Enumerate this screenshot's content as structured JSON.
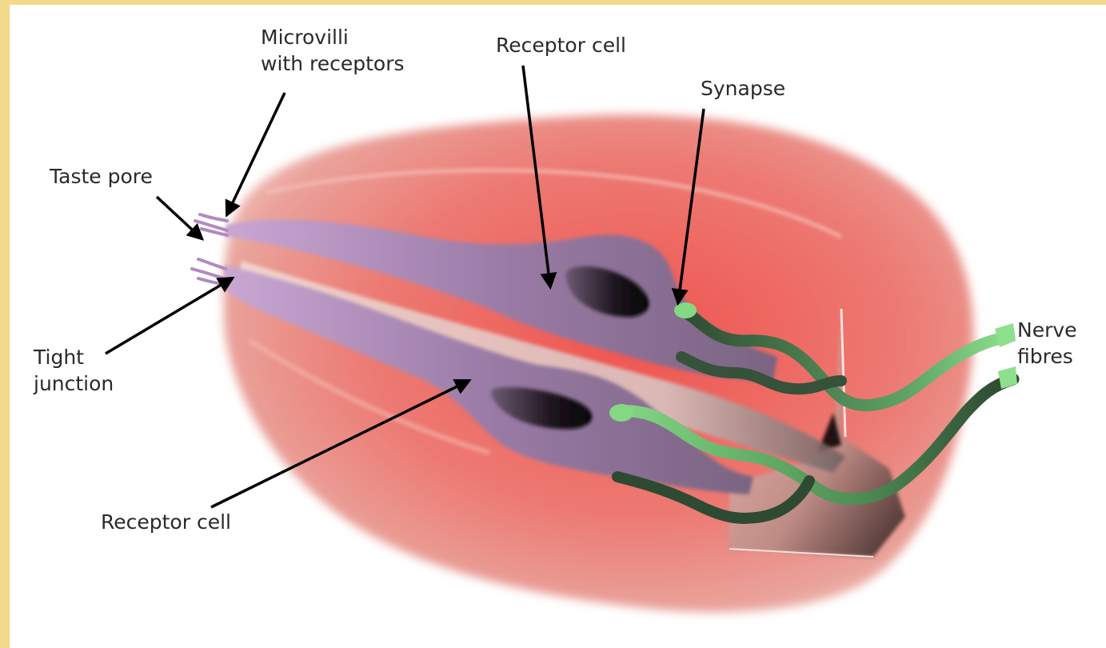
{
  "labels": {
    "microvilli": [
      "Microvilli",
      "with receptors"
    ],
    "receptor_cell_top": "Receptor cell",
    "synapse": "Synapse",
    "taste_pore": "Taste pore",
    "tight_junction": [
      "Tight",
      "junction"
    ],
    "nerve_fibres": [
      "Nerve",
      "fibres"
    ],
    "receptor_cell_bottom": "Receptor cell"
  },
  "colors": {
    "background_border": "#f3d98a",
    "tissue": "#e8736f",
    "receptor_cell": "#8f6f9a",
    "nerve_fibre_light": "#7fd17f",
    "nerve_fibre_dark": "#2f4a32"
  }
}
